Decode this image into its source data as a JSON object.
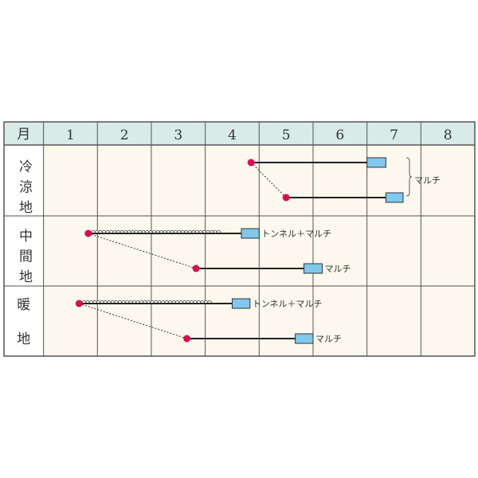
{
  "header": {
    "first_col": "月",
    "months": [
      "1",
      "2",
      "3",
      "4",
      "5",
      "6",
      "7",
      "8"
    ]
  },
  "colors": {
    "header_bg": "#d8ebe8",
    "body_bg": "#fdf8ee",
    "grid": "#555555",
    "sow_dot": "#d4104e",
    "harvest_box": "#80c8ec",
    "line": "#222222"
  },
  "legend_icons": {
    "sow": "red-dot",
    "tunnel": "arc-chain",
    "harvest": "blue-box",
    "transition": "dashed-line"
  },
  "regions": [
    {
      "name": "冷涼地",
      "chars": [
        "冷",
        "涼",
        "地"
      ],
      "rows": [
        {
          "sow": 4.85,
          "tunnel_end": null,
          "harvest_start": 7.0,
          "harvest_end": 7.35,
          "label": ""
        },
        {
          "sow": 5.5,
          "tunnel_end": null,
          "harvest_start": 7.35,
          "harvest_end": 7.67,
          "label": ""
        }
      ],
      "bracket_label": "マルチ"
    },
    {
      "name": "中間地",
      "chars": [
        "中",
        "間",
        "地"
      ],
      "rows": [
        {
          "sow": 1.83,
          "tunnel_end": 4.33,
          "harvest_start": 4.67,
          "harvest_end": 5.0,
          "label": "トンネル＋マルチ"
        },
        {
          "sow": 3.83,
          "tunnel_end": null,
          "harvest_start": 5.83,
          "harvest_end": 6.17,
          "label": "マルチ"
        }
      ]
    },
    {
      "name": "暖地",
      "chars": [
        "暖",
        "",
        "地"
      ],
      "rows": [
        {
          "sow": 1.66,
          "tunnel_end": 4.17,
          "harvest_start": 4.5,
          "harvest_end": 4.83,
          "label": "トンネル＋マルチ"
        },
        {
          "sow": 3.66,
          "tunnel_end": null,
          "harvest_start": 5.67,
          "harvest_end": 6.0,
          "label": "マルチ"
        }
      ]
    }
  ]
}
